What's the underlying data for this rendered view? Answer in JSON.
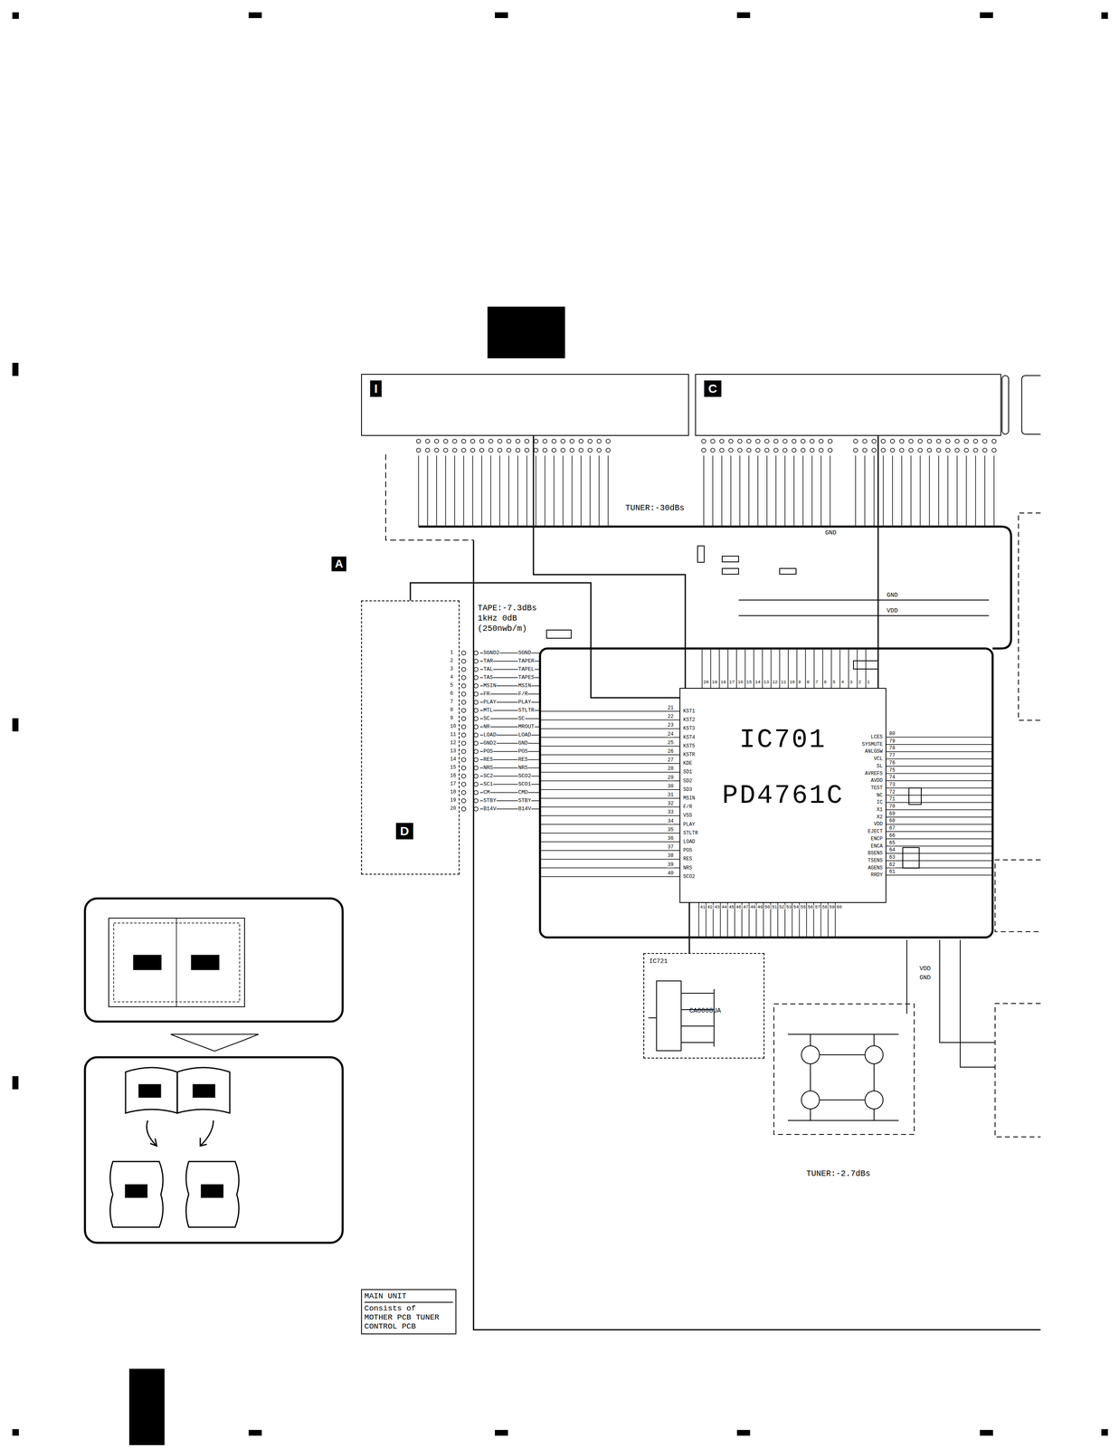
{
  "diagram": {
    "nodes": [
      {
        "text": [
          "I"
        ]
      },
      {
        "text": [
          "C"
        ]
      },
      {
        "text": [
          "D"
        ]
      },
      {
        "text": [
          "IC701",
          "PD4761C"
        ]
      },
      {
        "text": [
          "IC721",
          "CA0008UA"
        ]
      },
      {
        "text": [
          "MAIN UNIT",
          "Consists of MOTHER PCB TUNER CONTROL PCB"
        ]
      }
    ],
    "edges": [
      {
        "from": 2,
        "to": 3,
        "arrow": "none"
      },
      {
        "from": 0,
        "to": 3,
        "arrow": "none"
      },
      {
        "from": 1,
        "to": 3,
        "arrow": "none"
      },
      {
        "from": 3,
        "to": 4,
        "arrow": "none"
      }
    ],
    "labels": [
      "A",
      "TUNER:-30dBs",
      "TAPE:-7.3dBs",
      "1kHz 0dB",
      "(250nwb/m)",
      "TUNER:-2.7dBs",
      "GND",
      "GND",
      "VDD",
      "VDD",
      "GND",
      "1",
      "2",
      "3",
      "4",
      "5",
      "6",
      "7",
      "8",
      "9",
      "10",
      "11",
      "12",
      "13",
      "14",
      "15",
      "16",
      "17",
      "18",
      "19",
      "20",
      "SGND2",
      "TAR",
      "TAL",
      "TAS",
      "MSIN",
      "FR",
      "PLAY",
      "MTL",
      "SC",
      "NR",
      "LOAD",
      "GND2",
      "POS",
      "RES",
      "NRS",
      "SC2",
      "SC1",
      "CM",
      "STBY",
      "B14V",
      "SGND",
      "TAPER",
      "TAPEL",
      "TAPES",
      "MSIN",
      "F/R",
      "PLAY",
      "STLTR",
      "SC",
      "MROUT",
      "LOAD",
      "GND",
      "POS",
      "RES",
      "NRS",
      "SCO2",
      "SCO1",
      "CMD",
      "STBY",
      "B14V",
      "21",
      "22",
      "23",
      "24",
      "25",
      "26",
      "27",
      "28",
      "29",
      "30",
      "31",
      "32",
      "33",
      "34",
      "35",
      "36",
      "37",
      "38",
      "39",
      "40",
      "KST1",
      "KST2",
      "KST3",
      "KST4",
      "KST5",
      "KSTR",
      "KDE",
      "SD1",
      "SD2",
      "SD3",
      "MSIN",
      "F/R",
      "VSS",
      "PLAY",
      "STLTR",
      "LOAD",
      "POS",
      "RES",
      "NRS",
      "SCO2",
      "80",
      "79",
      "78",
      "77",
      "76",
      "75",
      "74",
      "73",
      "72",
      "71",
      "70",
      "69",
      "68",
      "67",
      "66",
      "65",
      "64",
      "63",
      "62",
      "61",
      "LCES",
      "SYSMUTE",
      "ANLGSW",
      "VCL",
      "SL",
      "AVREFS",
      "AVDD",
      "TEST",
      "NC",
      "IC",
      "X1",
      "X2",
      "VDD",
      "EJECT",
      "ENCP",
      "ENCA",
      "BSENS",
      "TSENS",
      "AGENS",
      "RRDY",
      "41",
      "42",
      "43",
      "44",
      "45",
      "46",
      "47",
      "48",
      "49",
      "50",
      "51",
      "52",
      "53",
      "54",
      "55",
      "56",
      "57",
      "58",
      "59",
      "60",
      "1",
      "2",
      "3",
      "4",
      "5",
      "6",
      "7",
      "8",
      "9",
      "10",
      "11",
      "12",
      "13",
      "14",
      "15",
      "16",
      "17",
      "18",
      "19",
      "20"
    ]
  }
}
